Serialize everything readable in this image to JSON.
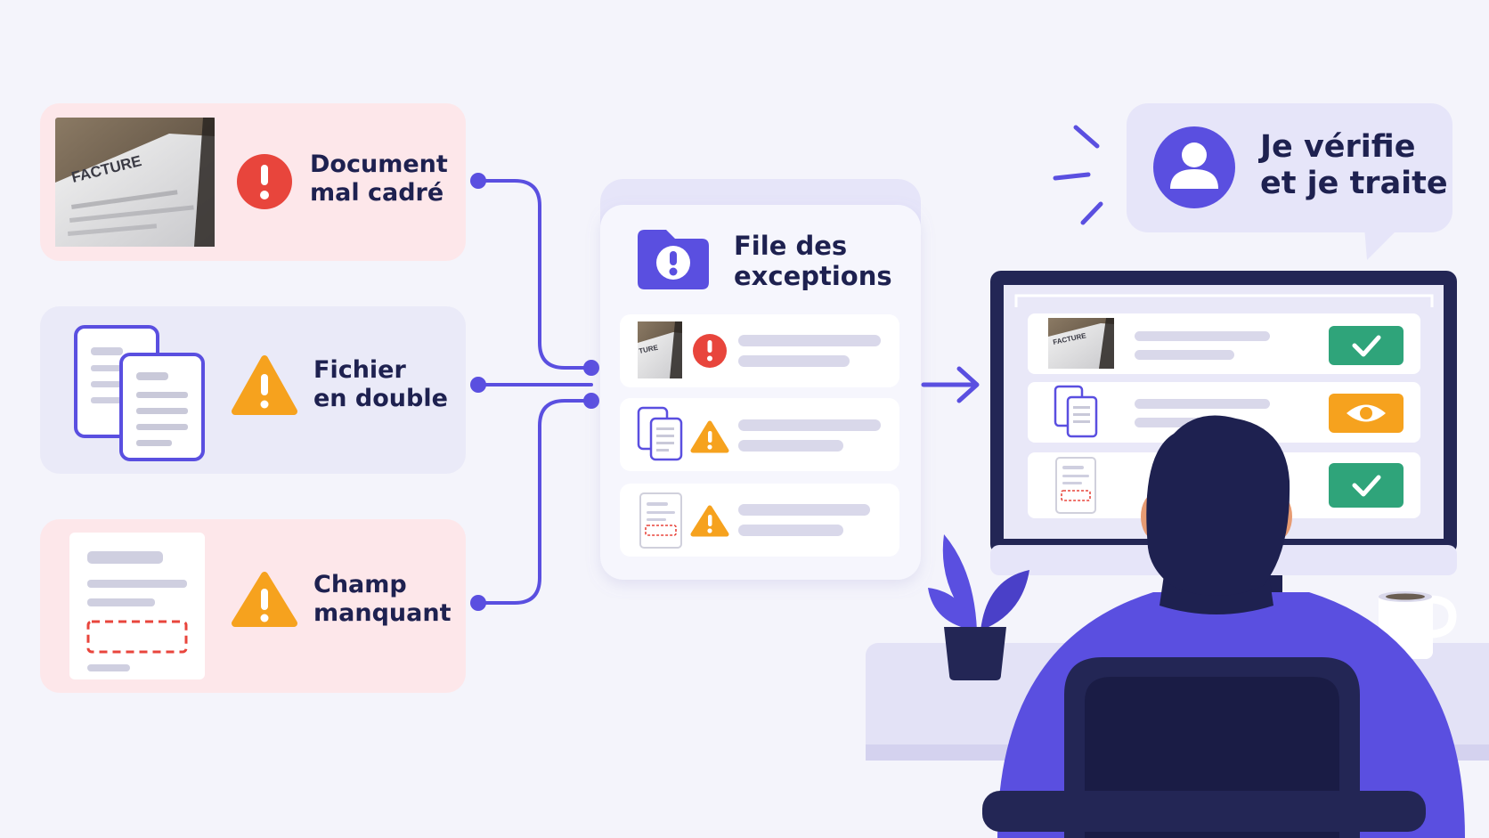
{
  "issues": [
    {
      "line1": "Document",
      "line2": "mal cadré",
      "severity": "error",
      "icon": "exclamation-circle-icon",
      "thumbnail": "scanned-invoice-photo",
      "thumbnail_text": "FACTURE"
    },
    {
      "line1": "Fichier",
      "line2": "en double",
      "severity": "warning",
      "icon": "warning-triangle-icon",
      "thumbnail": "duplicate-documents-icon"
    },
    {
      "line1": "Champ",
      "line2": "manquant",
      "severity": "warning",
      "icon": "warning-triangle-icon",
      "thumbnail": "document-missing-field-icon"
    }
  ],
  "queue": {
    "line1": "File des",
    "line2": "exceptions",
    "icon": "folder-alert-icon",
    "items": [
      {
        "thumbnail": "scanned-invoice-photo",
        "thumbnail_text": "TURE",
        "severity": "error"
      },
      {
        "thumbnail": "duplicate-documents-icon",
        "severity": "warning"
      },
      {
        "thumbnail": "document-missing-field-icon",
        "severity": "warning"
      }
    ]
  },
  "bubble": {
    "line1": "Je vérifie",
    "line2": "et je traite",
    "icon": "user-avatar-icon"
  },
  "monitor": {
    "rows": [
      {
        "thumbnail": "scanned-invoice-photo",
        "thumbnail_text": "FACTURE",
        "action": "check",
        "action_icon": "check-icon"
      },
      {
        "thumbnail": "duplicate-documents-icon",
        "action": "review",
        "action_icon": "eye-icon"
      },
      {
        "thumbnail": "document-missing-field-icon",
        "action": "check",
        "action_icon": "check-icon"
      }
    ]
  },
  "colors": {
    "accent": "#5a4fe0",
    "navy": "#1e2150",
    "error": "#e8453c",
    "warning": "#f6a21e",
    "success": "#2fa47a",
    "error_panel": "#fde7ea",
    "neutral_panel": "#eaeaf8",
    "background": "#f4f4fb"
  }
}
